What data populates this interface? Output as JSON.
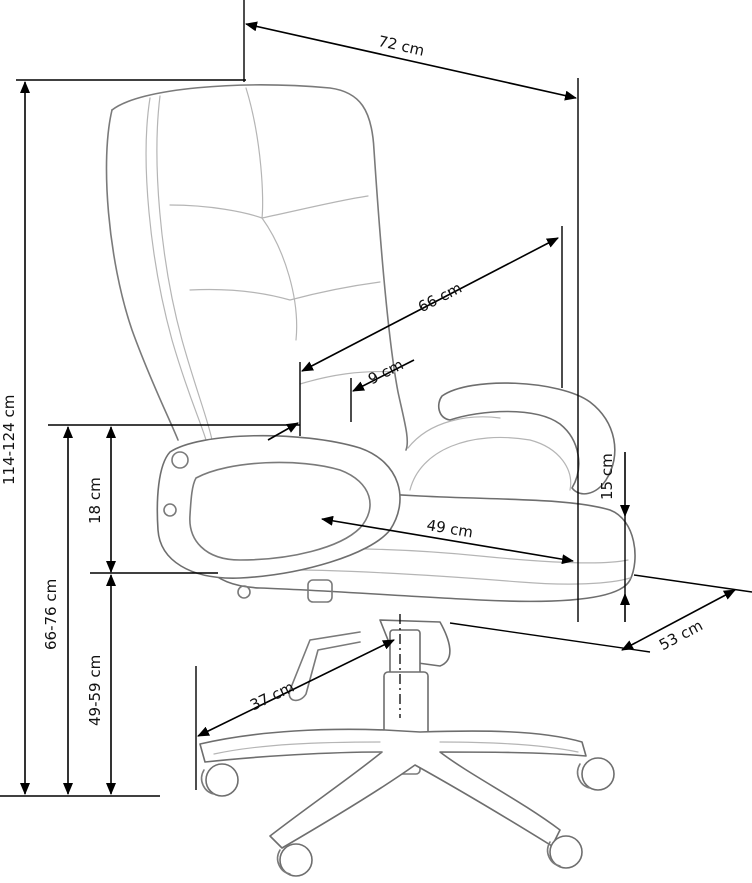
{
  "diagram": {
    "subject": "Office chair dimension drawing",
    "line_color": "#000000",
    "drawing_color": "#7a7a7a",
    "background": "#ffffff",
    "dimensions": {
      "overall_depth": "72 cm",
      "back_height_from_seat": "66 cm",
      "lumbar_offset": "9 cm",
      "total_height": "114-124 cm",
      "armrest_height": "66-76 cm",
      "armrest_above_seat": "18 cm",
      "seat_height": "49-59 cm",
      "seat_depth": "49 cm",
      "seat_thickness": "15 cm",
      "seat_width": "53 cm",
      "base_radius": "37 cm"
    }
  }
}
